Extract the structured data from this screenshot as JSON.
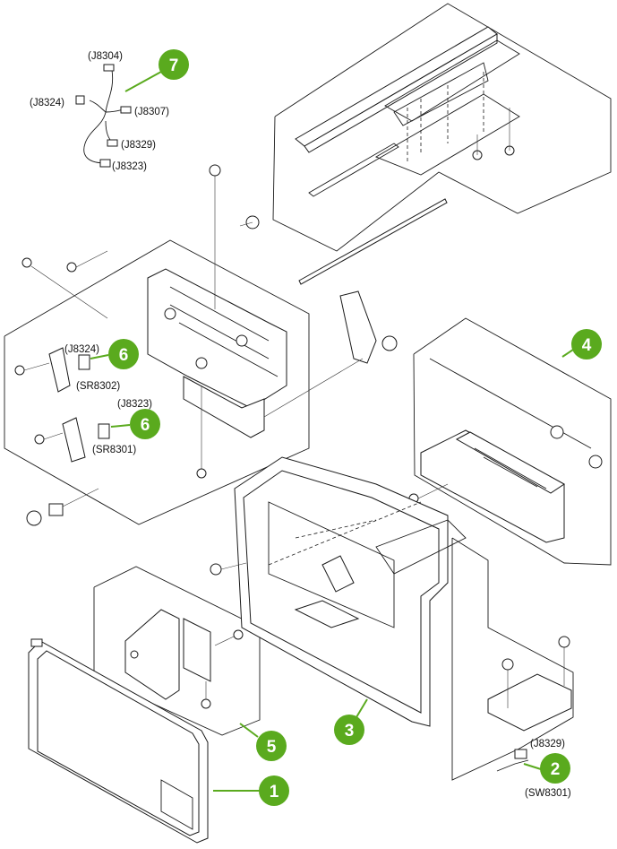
{
  "colors": {
    "callout": "#5aaa1e",
    "callout_text": "#ffffff",
    "line": "#1a1a1a"
  },
  "callouts": [
    {
      "number": "1"
    },
    {
      "number": "2"
    },
    {
      "number": "3"
    },
    {
      "number": "4"
    },
    {
      "number": "5"
    },
    {
      "number": "6"
    },
    {
      "number": "6"
    },
    {
      "number": "7"
    }
  ],
  "connector_labels": [
    "(J8304)",
    "(J8324)",
    "(J8307)",
    "(J8329)",
    "(J8323)",
    "(J8324)",
    "(SR8302)",
    "(J8323)",
    "(SR8301)",
    "(J8329)",
    "(SW8301)"
  ]
}
